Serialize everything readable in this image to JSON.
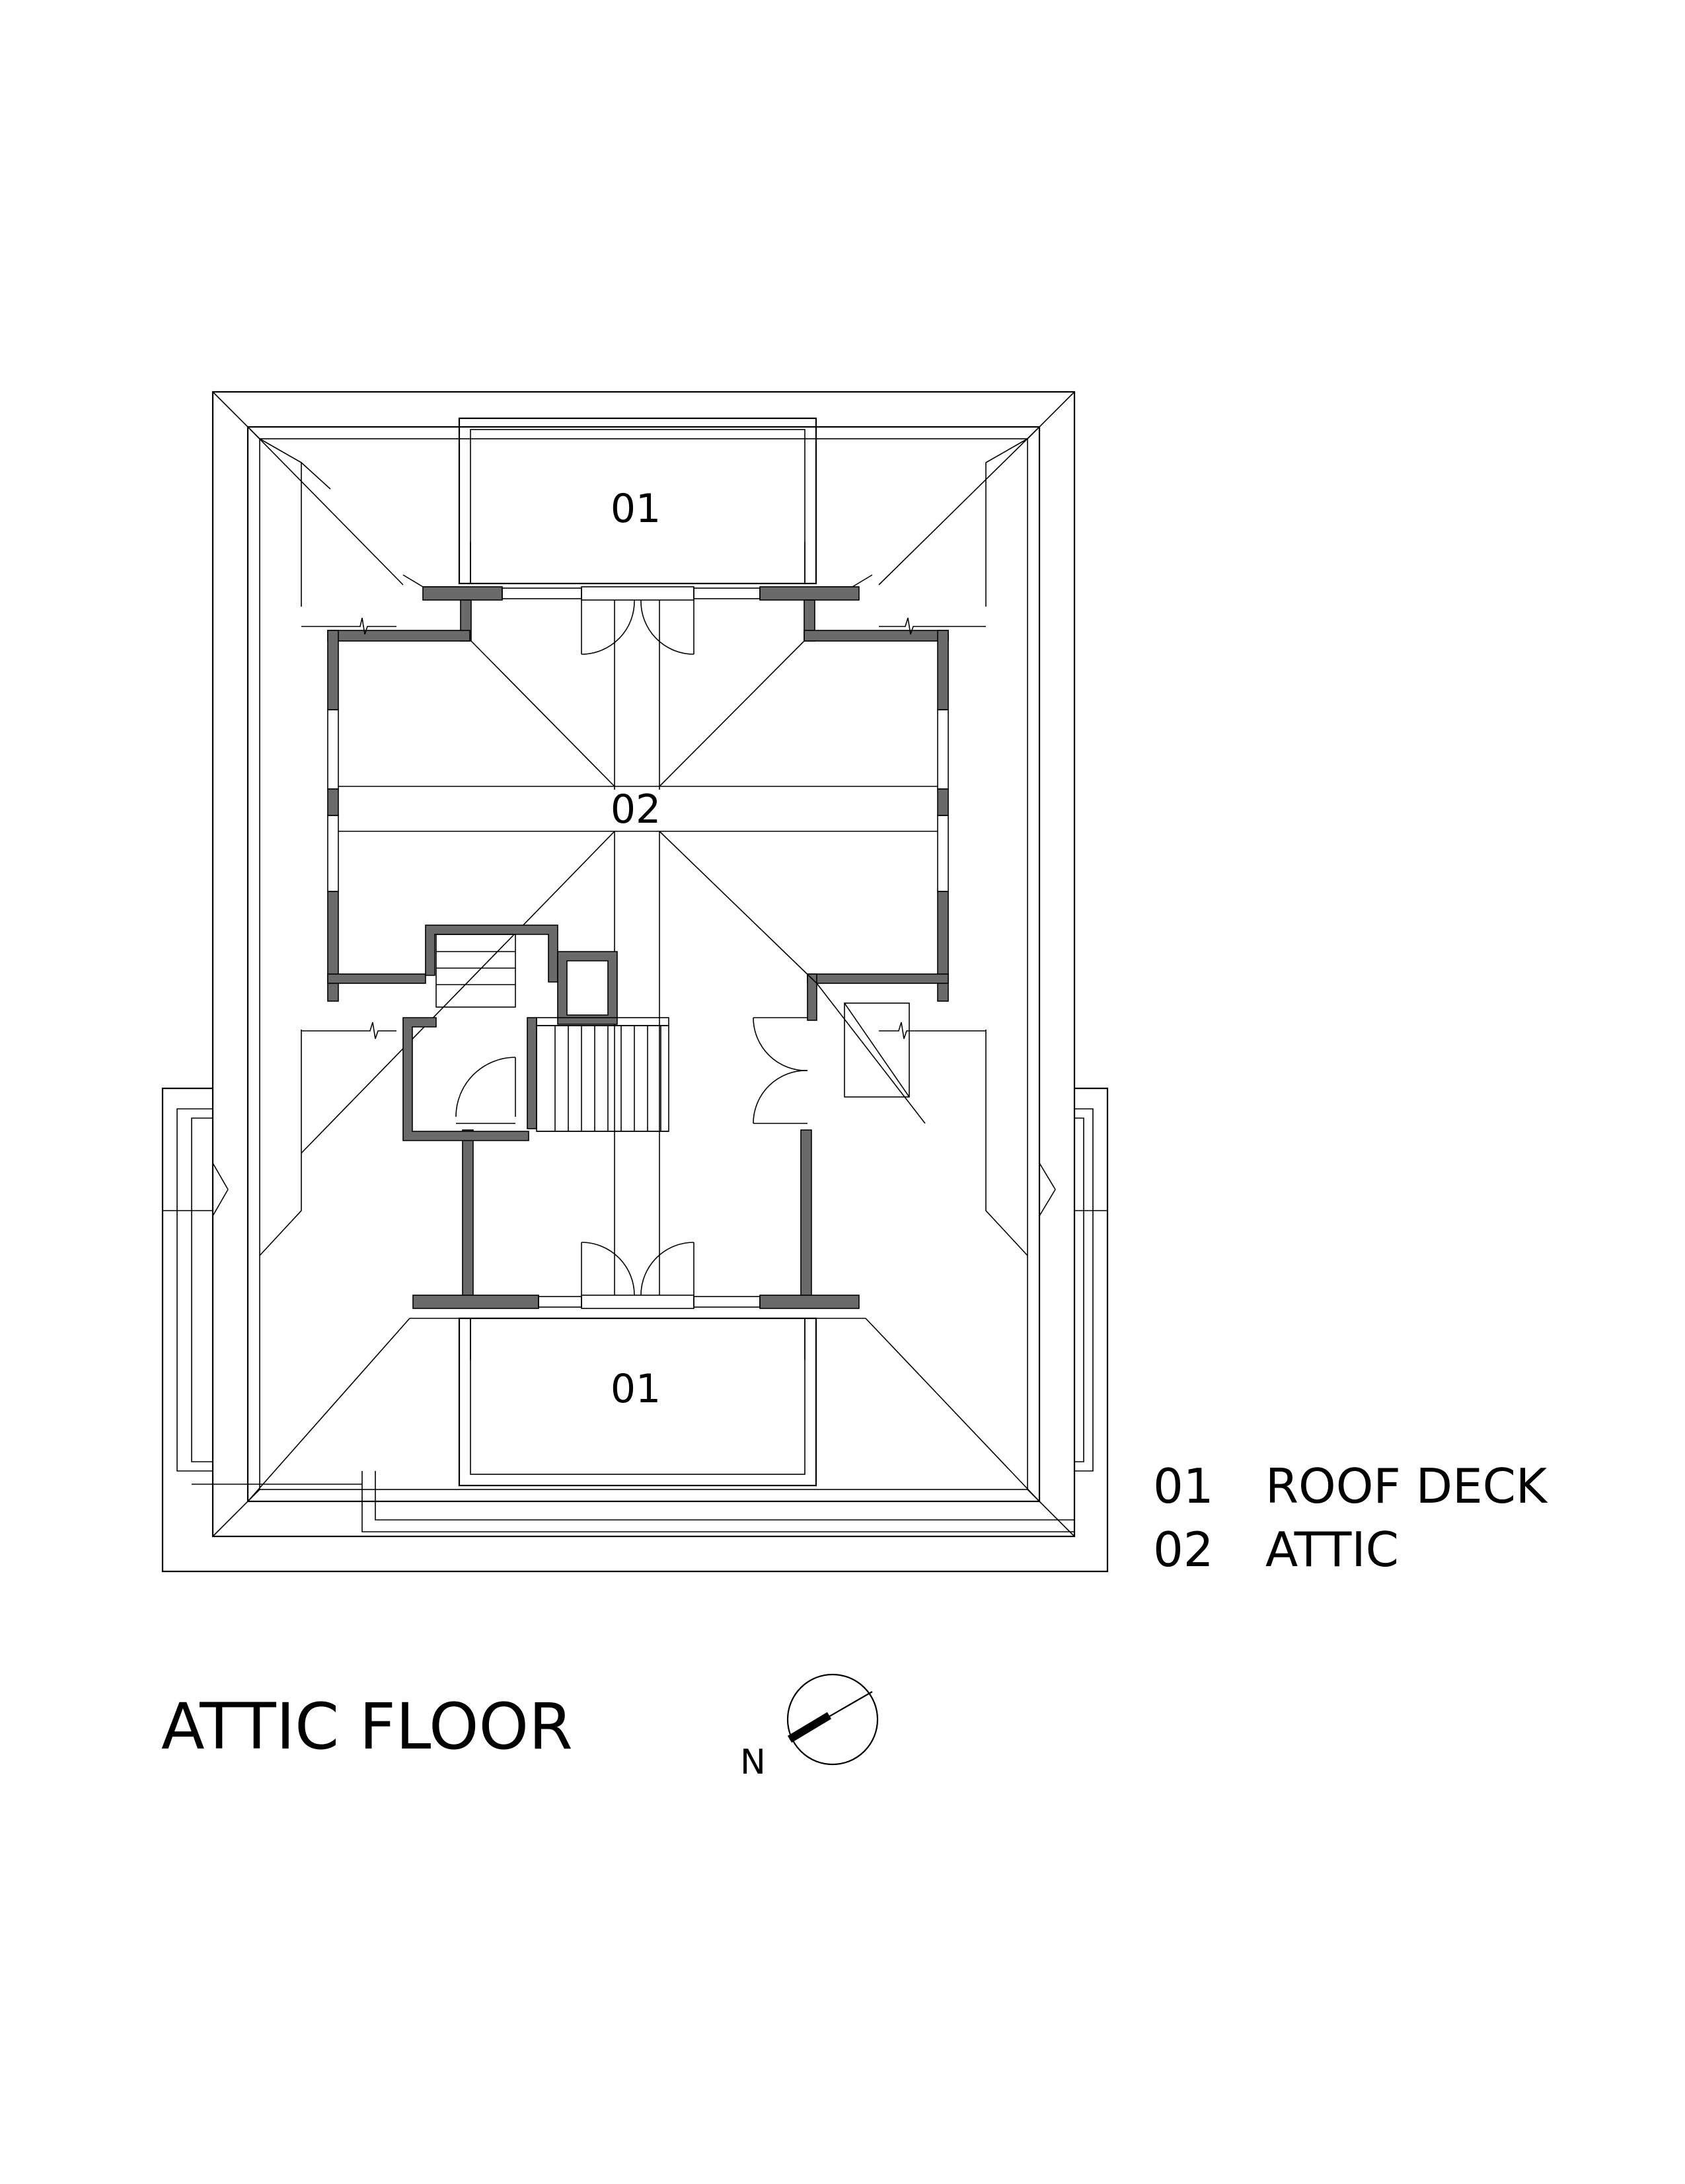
{
  "drawing": {
    "title": "ATTIC FLOOR",
    "room_labels": {
      "deck_top": "01",
      "attic": "02",
      "deck_bottom": "01"
    },
    "legend": [
      {
        "number": "01",
        "name": "ROOF DECK"
      },
      {
        "number": "02",
        "name": "ATTIC"
      }
    ],
    "north_arrow_label": "N",
    "colors": {
      "line": "#000000",
      "wall_fill": "#6a6a6a",
      "background": "#ffffff"
    }
  }
}
